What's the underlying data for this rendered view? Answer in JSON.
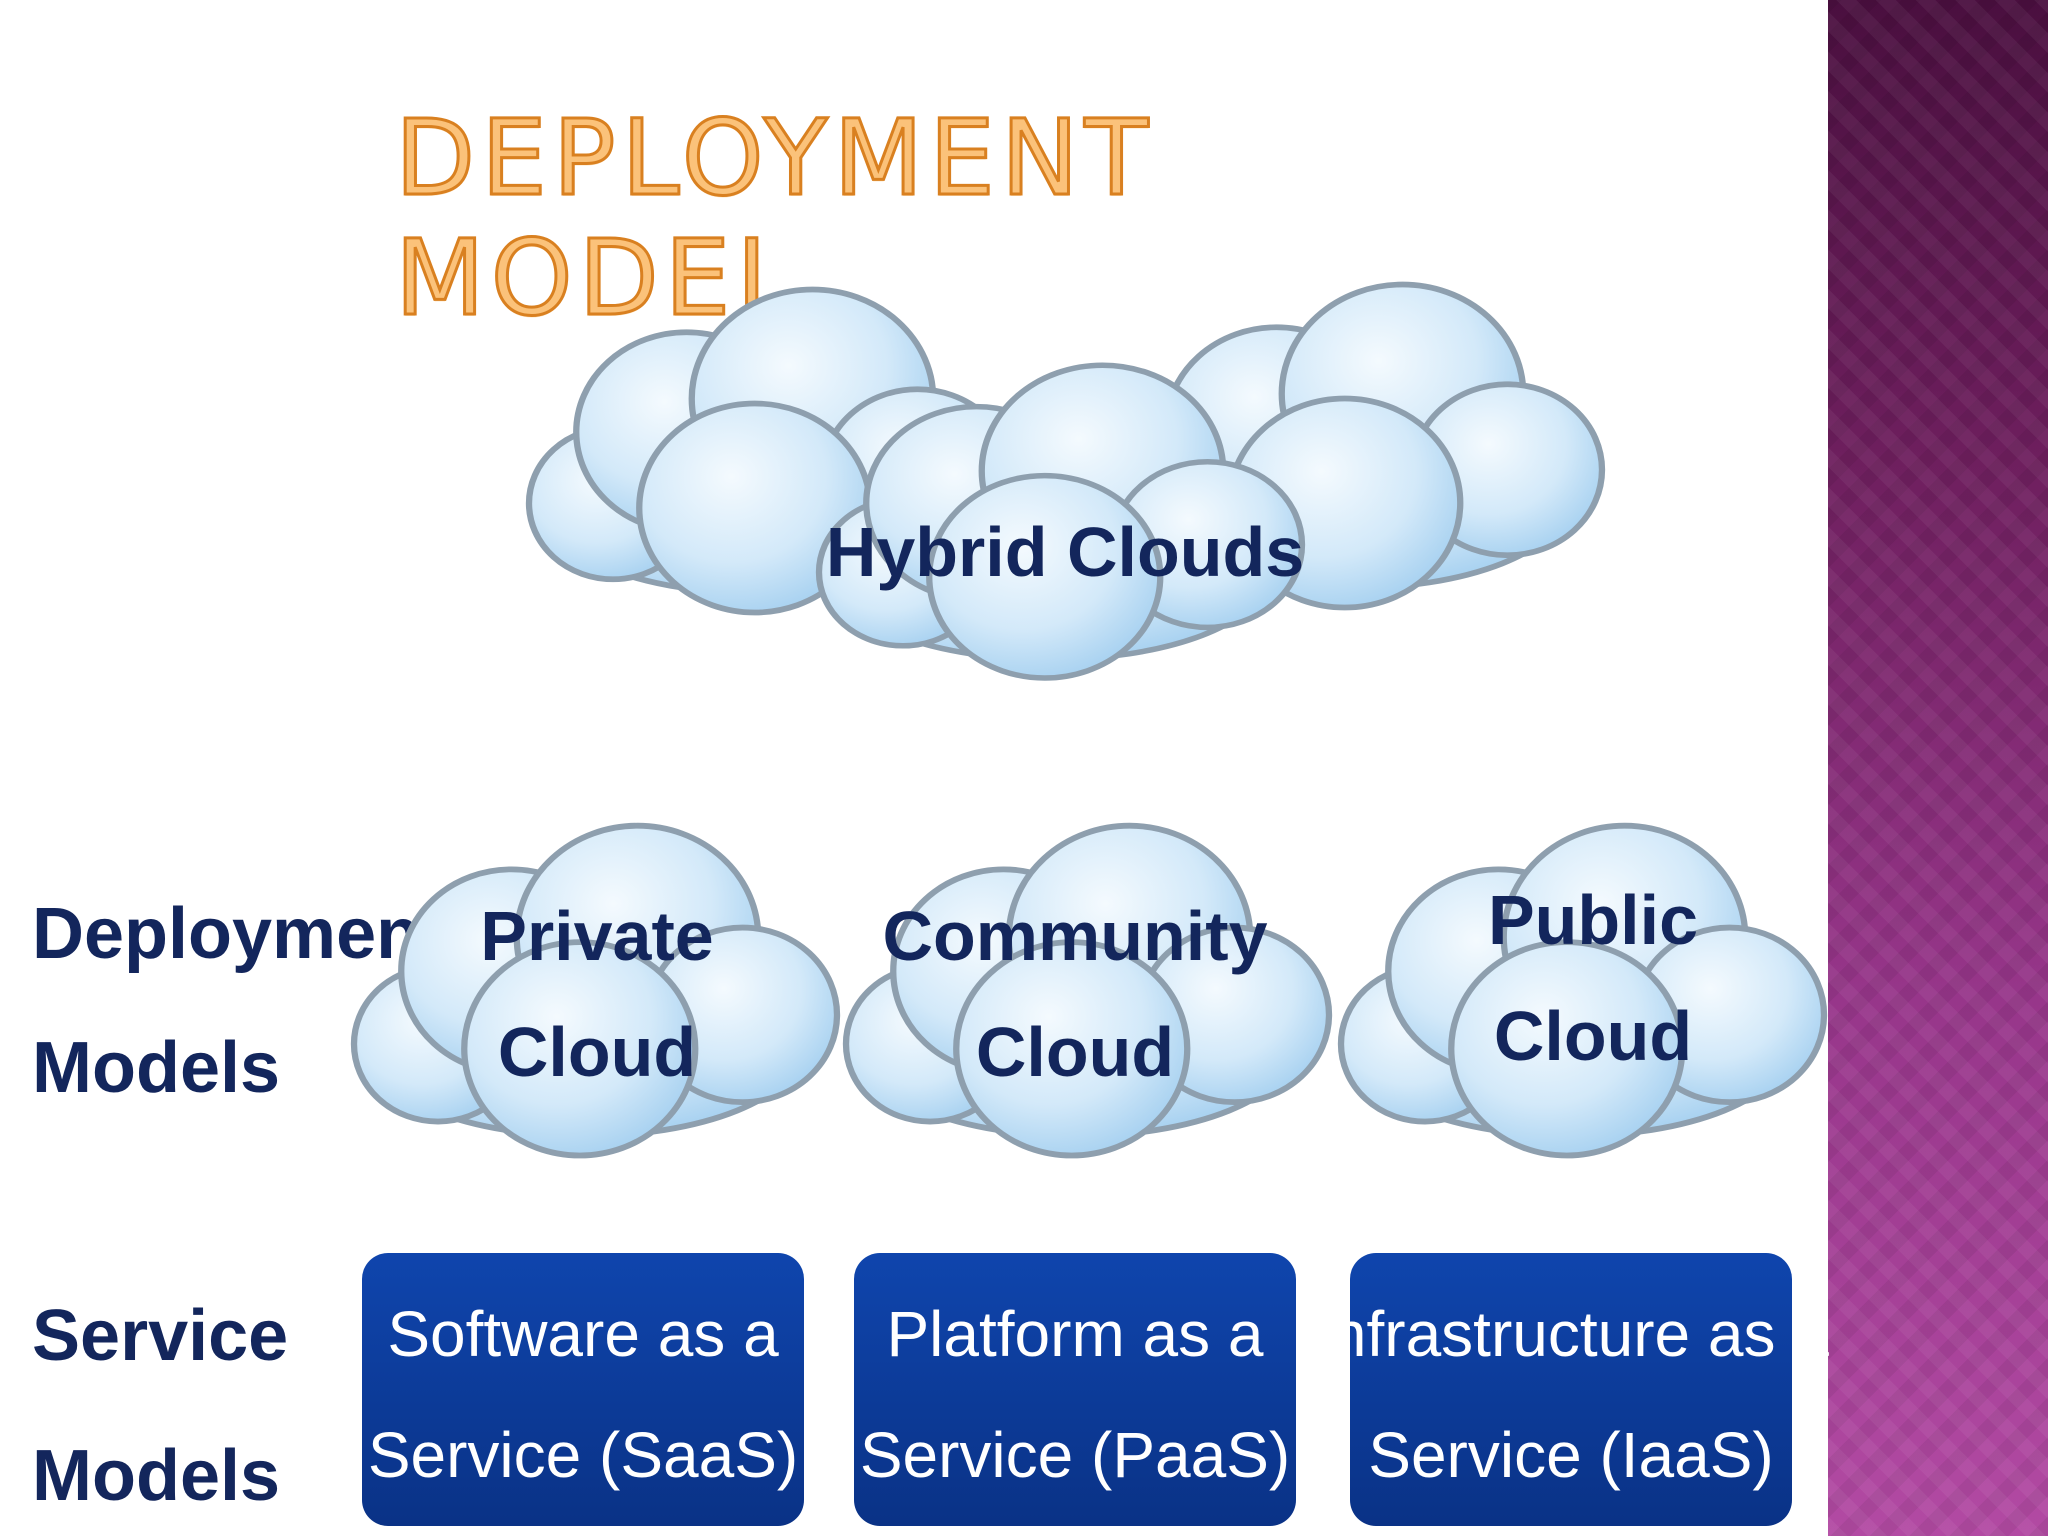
{
  "slide": {
    "title": "DEPLOYMENT MODEL"
  },
  "diagram": {
    "hybrid": {
      "label": "Hybrid Clouds"
    },
    "deployment_row": {
      "label_line1": "Deployment",
      "label_line2": "Models",
      "clouds": [
        {
          "line1": "Private",
          "line2": "Cloud"
        },
        {
          "line1": "Community",
          "line2": "Cloud"
        },
        {
          "line1": "Public",
          "line2": "Cloud"
        }
      ]
    },
    "service_row": {
      "label_line1": "Service",
      "label_line2": "Models",
      "boxes": [
        {
          "line1": "Software as a",
          "line2": "Service (SaaS)"
        },
        {
          "line1": "Platform as a",
          "line2": "Service (PaaS)"
        },
        {
          "line1": "Infrastructure as a",
          "line2": "Service (IaaS)"
        }
      ]
    }
  },
  "colors": {
    "title_fill": "#fbc27a",
    "title_stroke": "#d98020",
    "cloud_light": "#eaf5fd",
    "cloud_dark": "#9ccbee",
    "cloud_outline": "#8e9fae",
    "label_navy": "#13265c",
    "box_blue": "#0d3c9a",
    "side_band": "#8a2e7c"
  }
}
